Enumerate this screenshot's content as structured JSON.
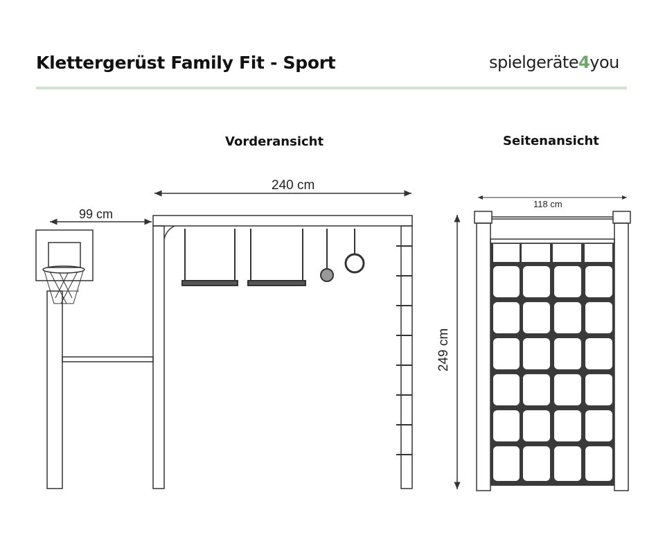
{
  "header": {
    "title": "Klettergerüst Family Fit - Sport",
    "logo": {
      "part1": "spielgeräte",
      "part2": "4",
      "part3": "you"
    }
  },
  "views": {
    "front": {
      "heading": "Vorderansicht",
      "width_label": "240 cm",
      "basket_label": "99 cm"
    },
    "side": {
      "heading": "Seitenansicht",
      "width_label": "118 cm",
      "height_label": "249 cm"
    }
  },
  "colors": {
    "accent": "#6aa86a",
    "rule": "#d2e2d2",
    "net": "#3a3a3a"
  }
}
